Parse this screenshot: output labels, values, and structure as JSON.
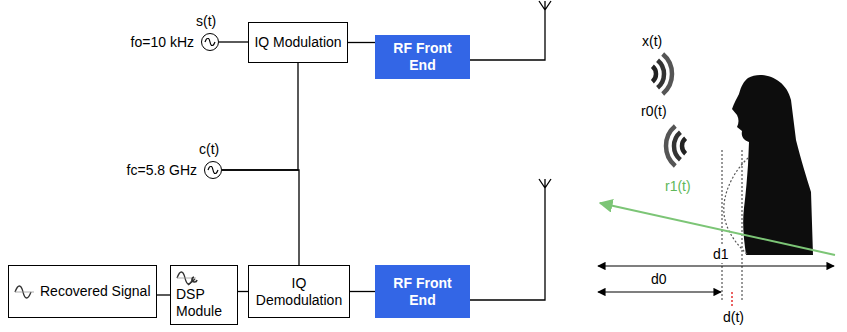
{
  "diagram": {
    "nodes": [
      {
        "text": [
          "s(t)",
          "fo=10 kHz"
        ]
      },
      {
        "text": [
          "IQ Modulation"
        ]
      },
      {
        "text": [
          "RF Front End"
        ]
      },
      {
        "text": [
          "c(t)",
          "fc=5.8 GHz"
        ]
      },
      {
        "text": [
          "Recovered Signal"
        ]
      },
      {
        "text": [
          "DSP Module"
        ]
      },
      {
        "text": [
          "IQ Demodulation"
        ]
      },
      {
        "text": [
          "RF Front End"
        ]
      }
    ],
    "edges": [
      {
        "from": 0,
        "to": 1,
        "arrow": "none"
      },
      {
        "from": 1,
        "to": 2,
        "arrow": "none"
      },
      {
        "from": 3,
        "to": 1,
        "arrow": "none"
      },
      {
        "from": 3,
        "to": 6,
        "arrow": "none"
      },
      {
        "from": 7,
        "to": 6,
        "arrow": "none"
      },
      {
        "from": 6,
        "to": 5,
        "arrow": "none"
      },
      {
        "from": 5,
        "to": 4,
        "arrow": "none"
      }
    ],
    "labels": [
      "x(t)",
      "r0(t)",
      "r1(t)",
      "d1",
      "d0",
      "d(t)"
    ]
  }
}
